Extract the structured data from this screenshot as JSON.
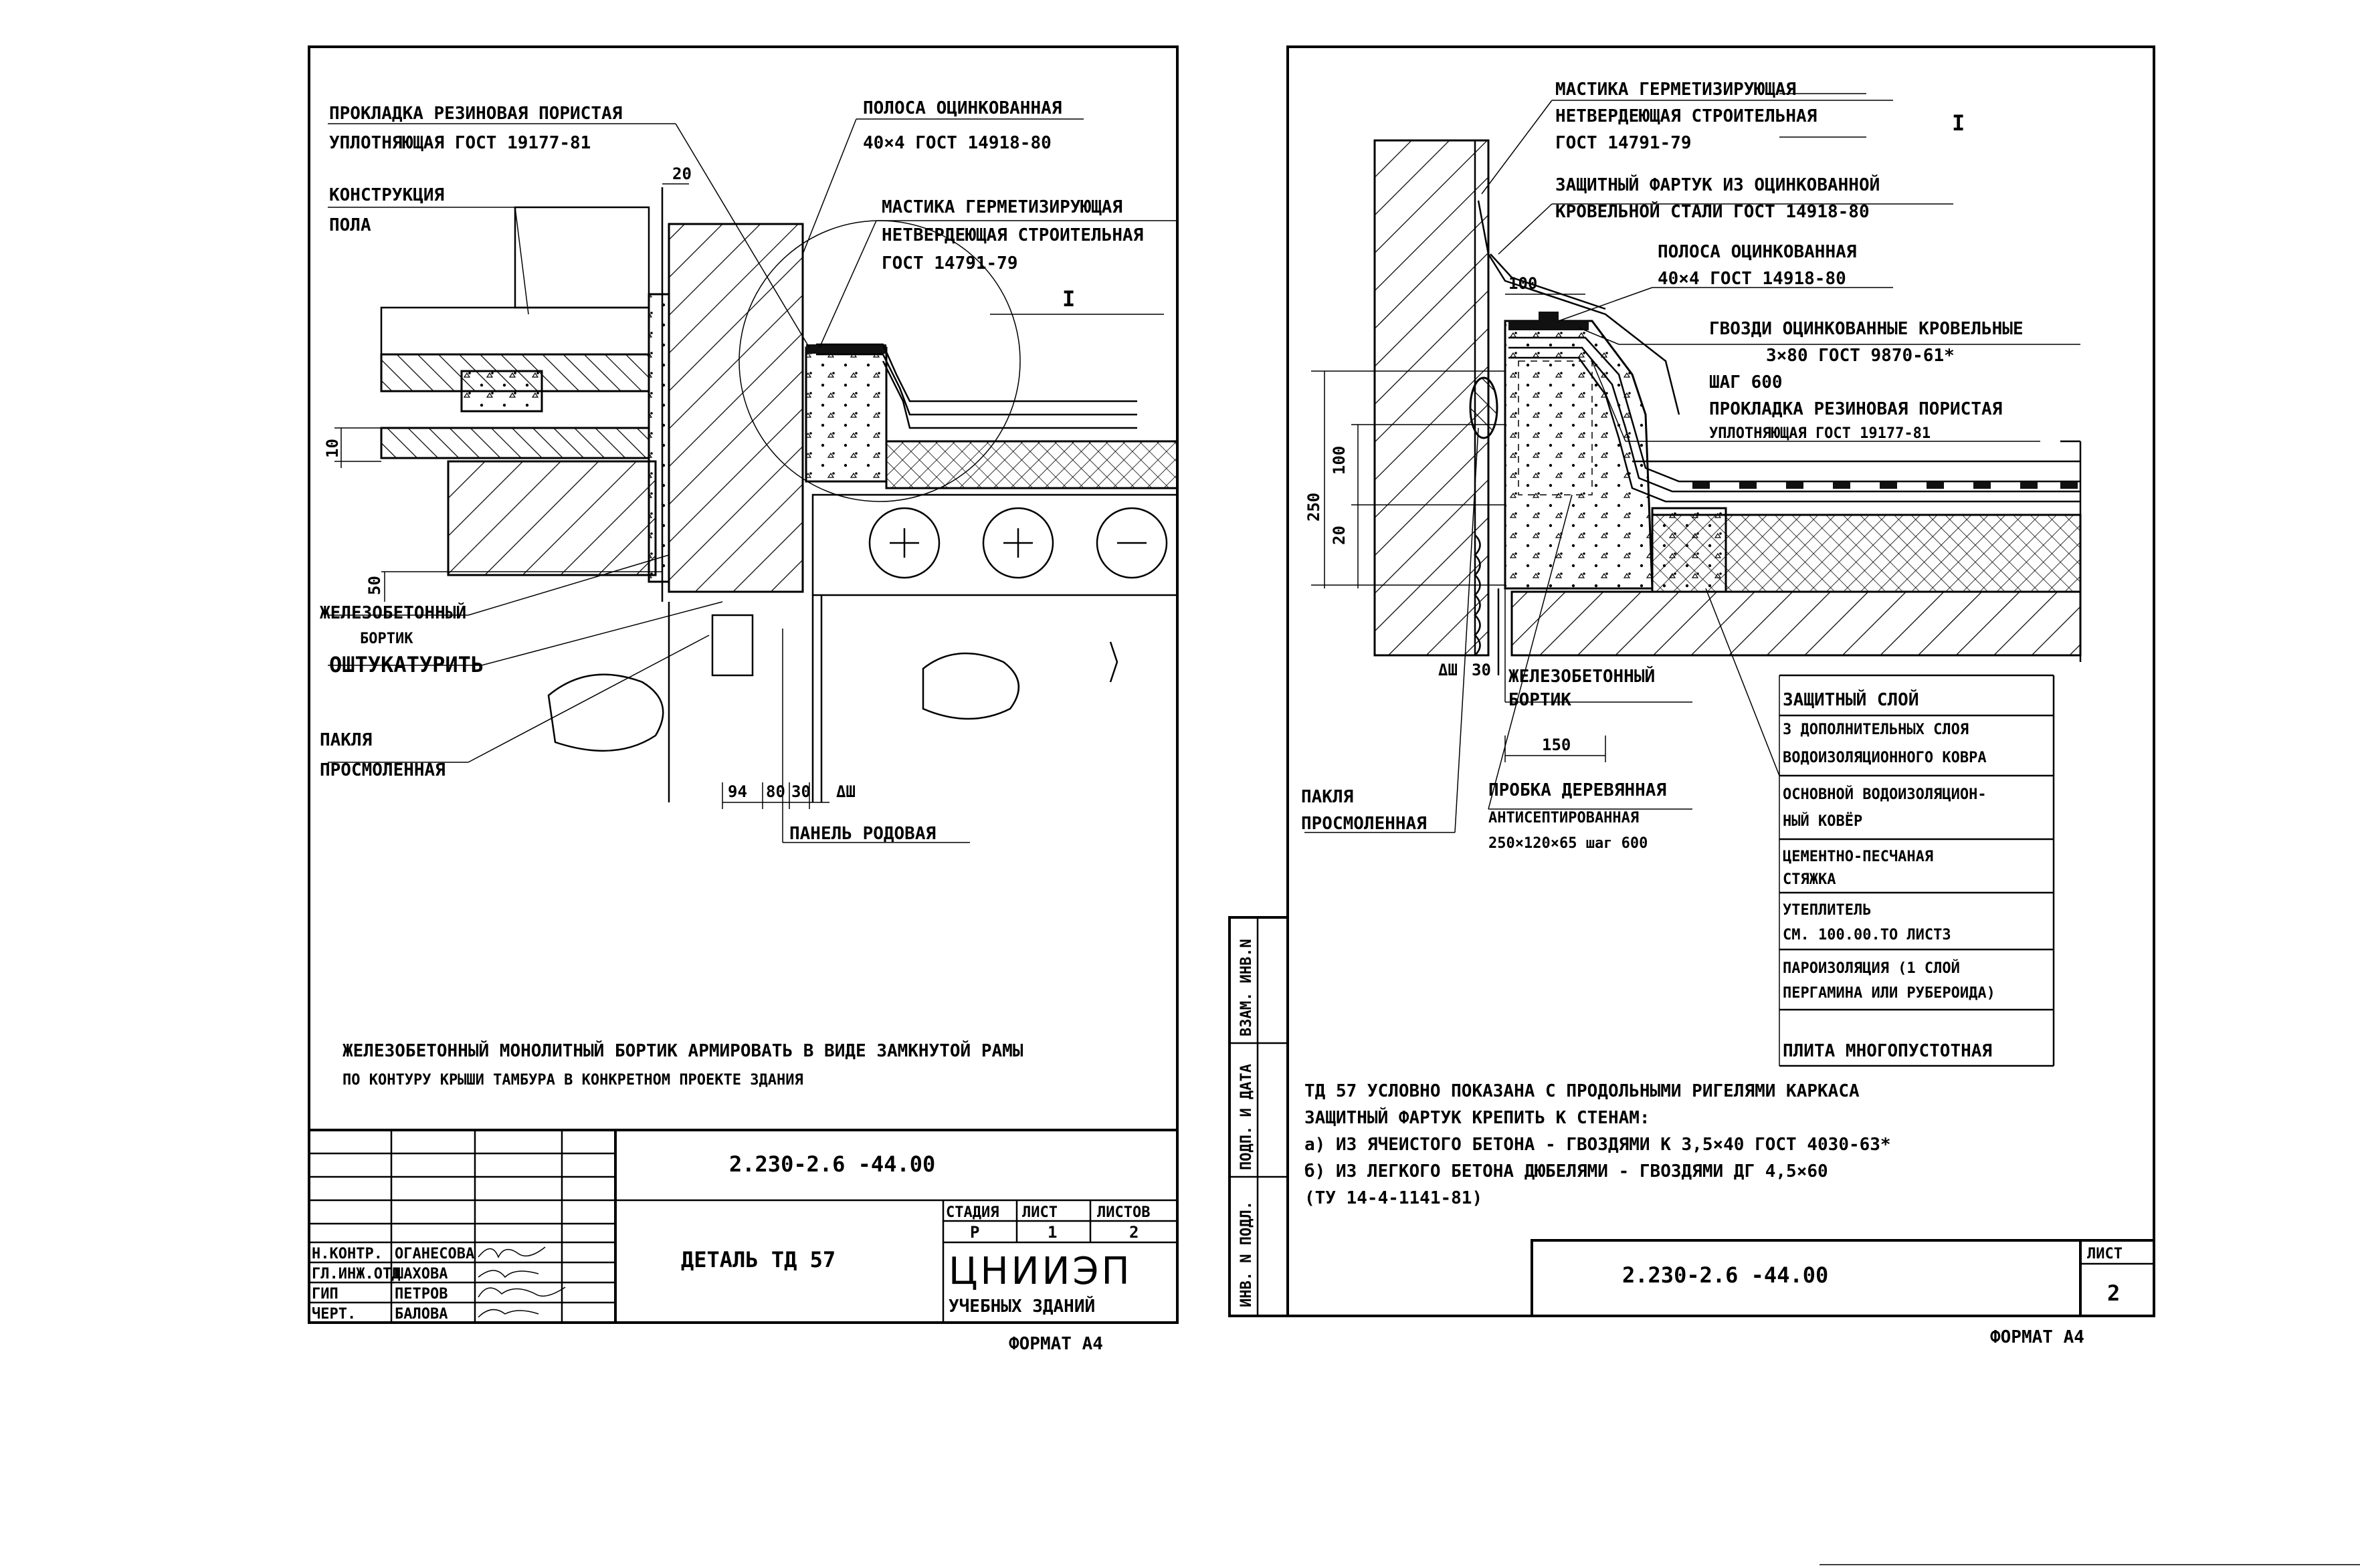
{
  "sheet1": {
    "labels": {
      "gasket_line1": "ПРОКЛАДКА РЕЗИНОВАЯ ПОРИСТАЯ",
      "gasket_line2": "УПЛОТНЯЮЩАЯ ГОСТ 19177-81",
      "floor_line1": "КОНСТРУКЦИЯ",
      "floor_line2": "ПОЛА",
      "strip_line1": "ПОЛОСА ОЦИНКОВАННАЯ",
      "strip_line2": "40×4 ГОСТ 14918-80",
      "mastic_line1": "МАСТИКА ГЕРМЕТИЗИРУЮЩАЯ",
      "mastic_line2": "НЕТВЕРДЕЮЩАЯ СТРОИТЕЛЬНАЯ",
      "mastic_line3": "ГОСТ 14791-79",
      "callout": "I",
      "rc_curb_line1": "ЖЕЛЕЗОБЕТОННЫЙ",
      "rc_curb_line2": "БОРТИК",
      "plaster": "ОШТУКАТУРИТЬ",
      "tow_line1": "ПАКЛЯ",
      "tow_line2": "ПРОСМОЛЕННАЯ",
      "panel": "ПАНЕЛЬ РОДОВАЯ",
      "note_line1": "ЖЕЛЕЗОБЕТОННЫЙ МОНОЛИТНЫЙ БОРТИК АРМИРОВАТЬ В ВИДЕ ЗАМКНУТОЙ РАМЫ",
      "note_line2": "ПО КОНТУРУ КРЫШИ ТАМБУРА В КОНКРЕТНОМ ПРОЕКТЕ ЗДАНИЯ"
    },
    "dims": {
      "d20": "20",
      "d10": "10",
      "d50": "50",
      "d94": "94",
      "d80": "80",
      "d30": "30",
      "dAsh": "ΔШ"
    },
    "title_block": {
      "code": "2.230-2.6 -44.00",
      "stage_hdr": "СТАДИЯ",
      "sheet_hdr": "ЛИСТ",
      "sheets_hdr": "ЛИСТОВ",
      "stage_val": "Р",
      "sheet_val": "1",
      "sheets_val": "2",
      "title": "ДЕТАЛЬ ТД 57",
      "org": "ЦНИИЭП",
      "org_sub": "УЧЕБНЫХ ЗДАНИЙ",
      "roles": [
        "Н.КОНТР.",
        "ГЛ.ИНЖ.ОТД",
        "ГИП",
        "ЧЕРТ."
      ],
      "names": [
        "ОГАНЕСОВА",
        "ШАХОВА",
        "ПЕТРОВ",
        "БАЛОВА"
      ]
    },
    "format": "ФОРМАТ А4"
  },
  "sheet2": {
    "labels": {
      "mastic_line1": "МАСТИКА ГЕРМЕТИЗИРУЮЩАЯ",
      "mastic_line2": "НЕТВЕРДЕЮЩАЯ СТРОИТЕЛЬНАЯ",
      "mastic_line3": "ГОСТ 14791-79",
      "detail_mark": "I",
      "apron_line1": "ЗАЩИТНЫЙ ФАРТУК ИЗ ОЦИНКОВАННОЙ",
      "apron_line2": "КРОВЕЛЬНОЙ СТАЛИ ГОСТ 14918-80",
      "strip_line1": "ПОЛОСА ОЦИНКОВАННАЯ",
      "strip_line2": "40×4 ГОСТ 14918-80",
      "nails_line1": "ГВОЗДИ ОЦИНКОВАННЫЕ КРОВЕЛЬНЫЕ",
      "nails_line2": "3×80 ГОСТ 9870-61*",
      "step": "ШАГ 600",
      "gasket_line1": "ПРОКЛАДКА РЕЗИНОВАЯ ПОРИСТАЯ",
      "gasket_line2": "УПЛОТНЯЮЩАЯ ГОСТ 19177-81",
      "rc_curb_line1": "ЖЕЛЕЗОБЕТОННЫЙ",
      "rc_curb_line2": "БОРТИК",
      "tow_line1": "ПАКЛЯ",
      "tow_line2": "ПРОСМОЛЕННАЯ",
      "plug_line1": "ПРОБКА ДЕРЕВЯННАЯ",
      "plug_line2": "АНТИСЕПТИРОВАННАЯ",
      "plug_line3": "250×120×65 шаг 600"
    },
    "layers": [
      "ЗАЩИТНЫЙ СЛОЙ",
      "3 ДОПОЛНИТЕЛЬНЫХ СЛОЯ",
      "ВОДОИЗОЛЯЦИОННОГО КОВРА",
      "ОСНОВНОЙ ВОДОИЗОЛЯЦИОН-",
      "НЫЙ КОВЁР",
      "ЦЕМЕНТНО-ПЕСЧАНАЯ",
      "СТЯЖКА",
      "УТЕПЛИТЕЛЬ",
      "СМ. 100.00.ТО ЛИСТ3",
      "ПАРОИЗОЛЯЦИЯ (1 СЛОЙ",
      "ПЕРГАМИНА ИЛИ РУБЕРОИДА)",
      "ПЛИТА МНОГОПУСТОТНАЯ"
    ],
    "dims": {
      "d100top": "100",
      "d250": "250",
      "d100": "100",
      "d20": "20",
      "dAsh": "ΔШ",
      "d30": "30",
      "d150": "150"
    },
    "notes": [
      "ТД 57 УСЛОВНО ПОКАЗАНА С ПРОДОЛЬНЫМИ РИГЕЛЯМИ КАРКАСА",
      "ЗАЩИТНЫЙ ФАРТУК КРЕПИТЬ К СТЕНАМ:",
      "а) ИЗ ЯЧЕИСТОГО БЕТОНА - ГВОЗДЯМИ К 3,5×40 ГОСТ 4030-63*",
      "б) ИЗ ЛЕГКОГО БЕТОНА ДЮБЕЛЯМИ - ГВОЗДЯМИ ДГ 4,5×60",
      "(ТУ 14-4-1141-81)"
    ],
    "side_stamp": [
      "ИНВ. N ПОДЛ.",
      "ПОДП. И ДАТА",
      "ВЗАМ. ИНВ.N"
    ],
    "title_block": {
      "code": "2.230-2.6 -44.00",
      "sheet_hdr": "ЛИСТ",
      "sheet_val": "2"
    },
    "format": "ФОРМАТ А4"
  }
}
